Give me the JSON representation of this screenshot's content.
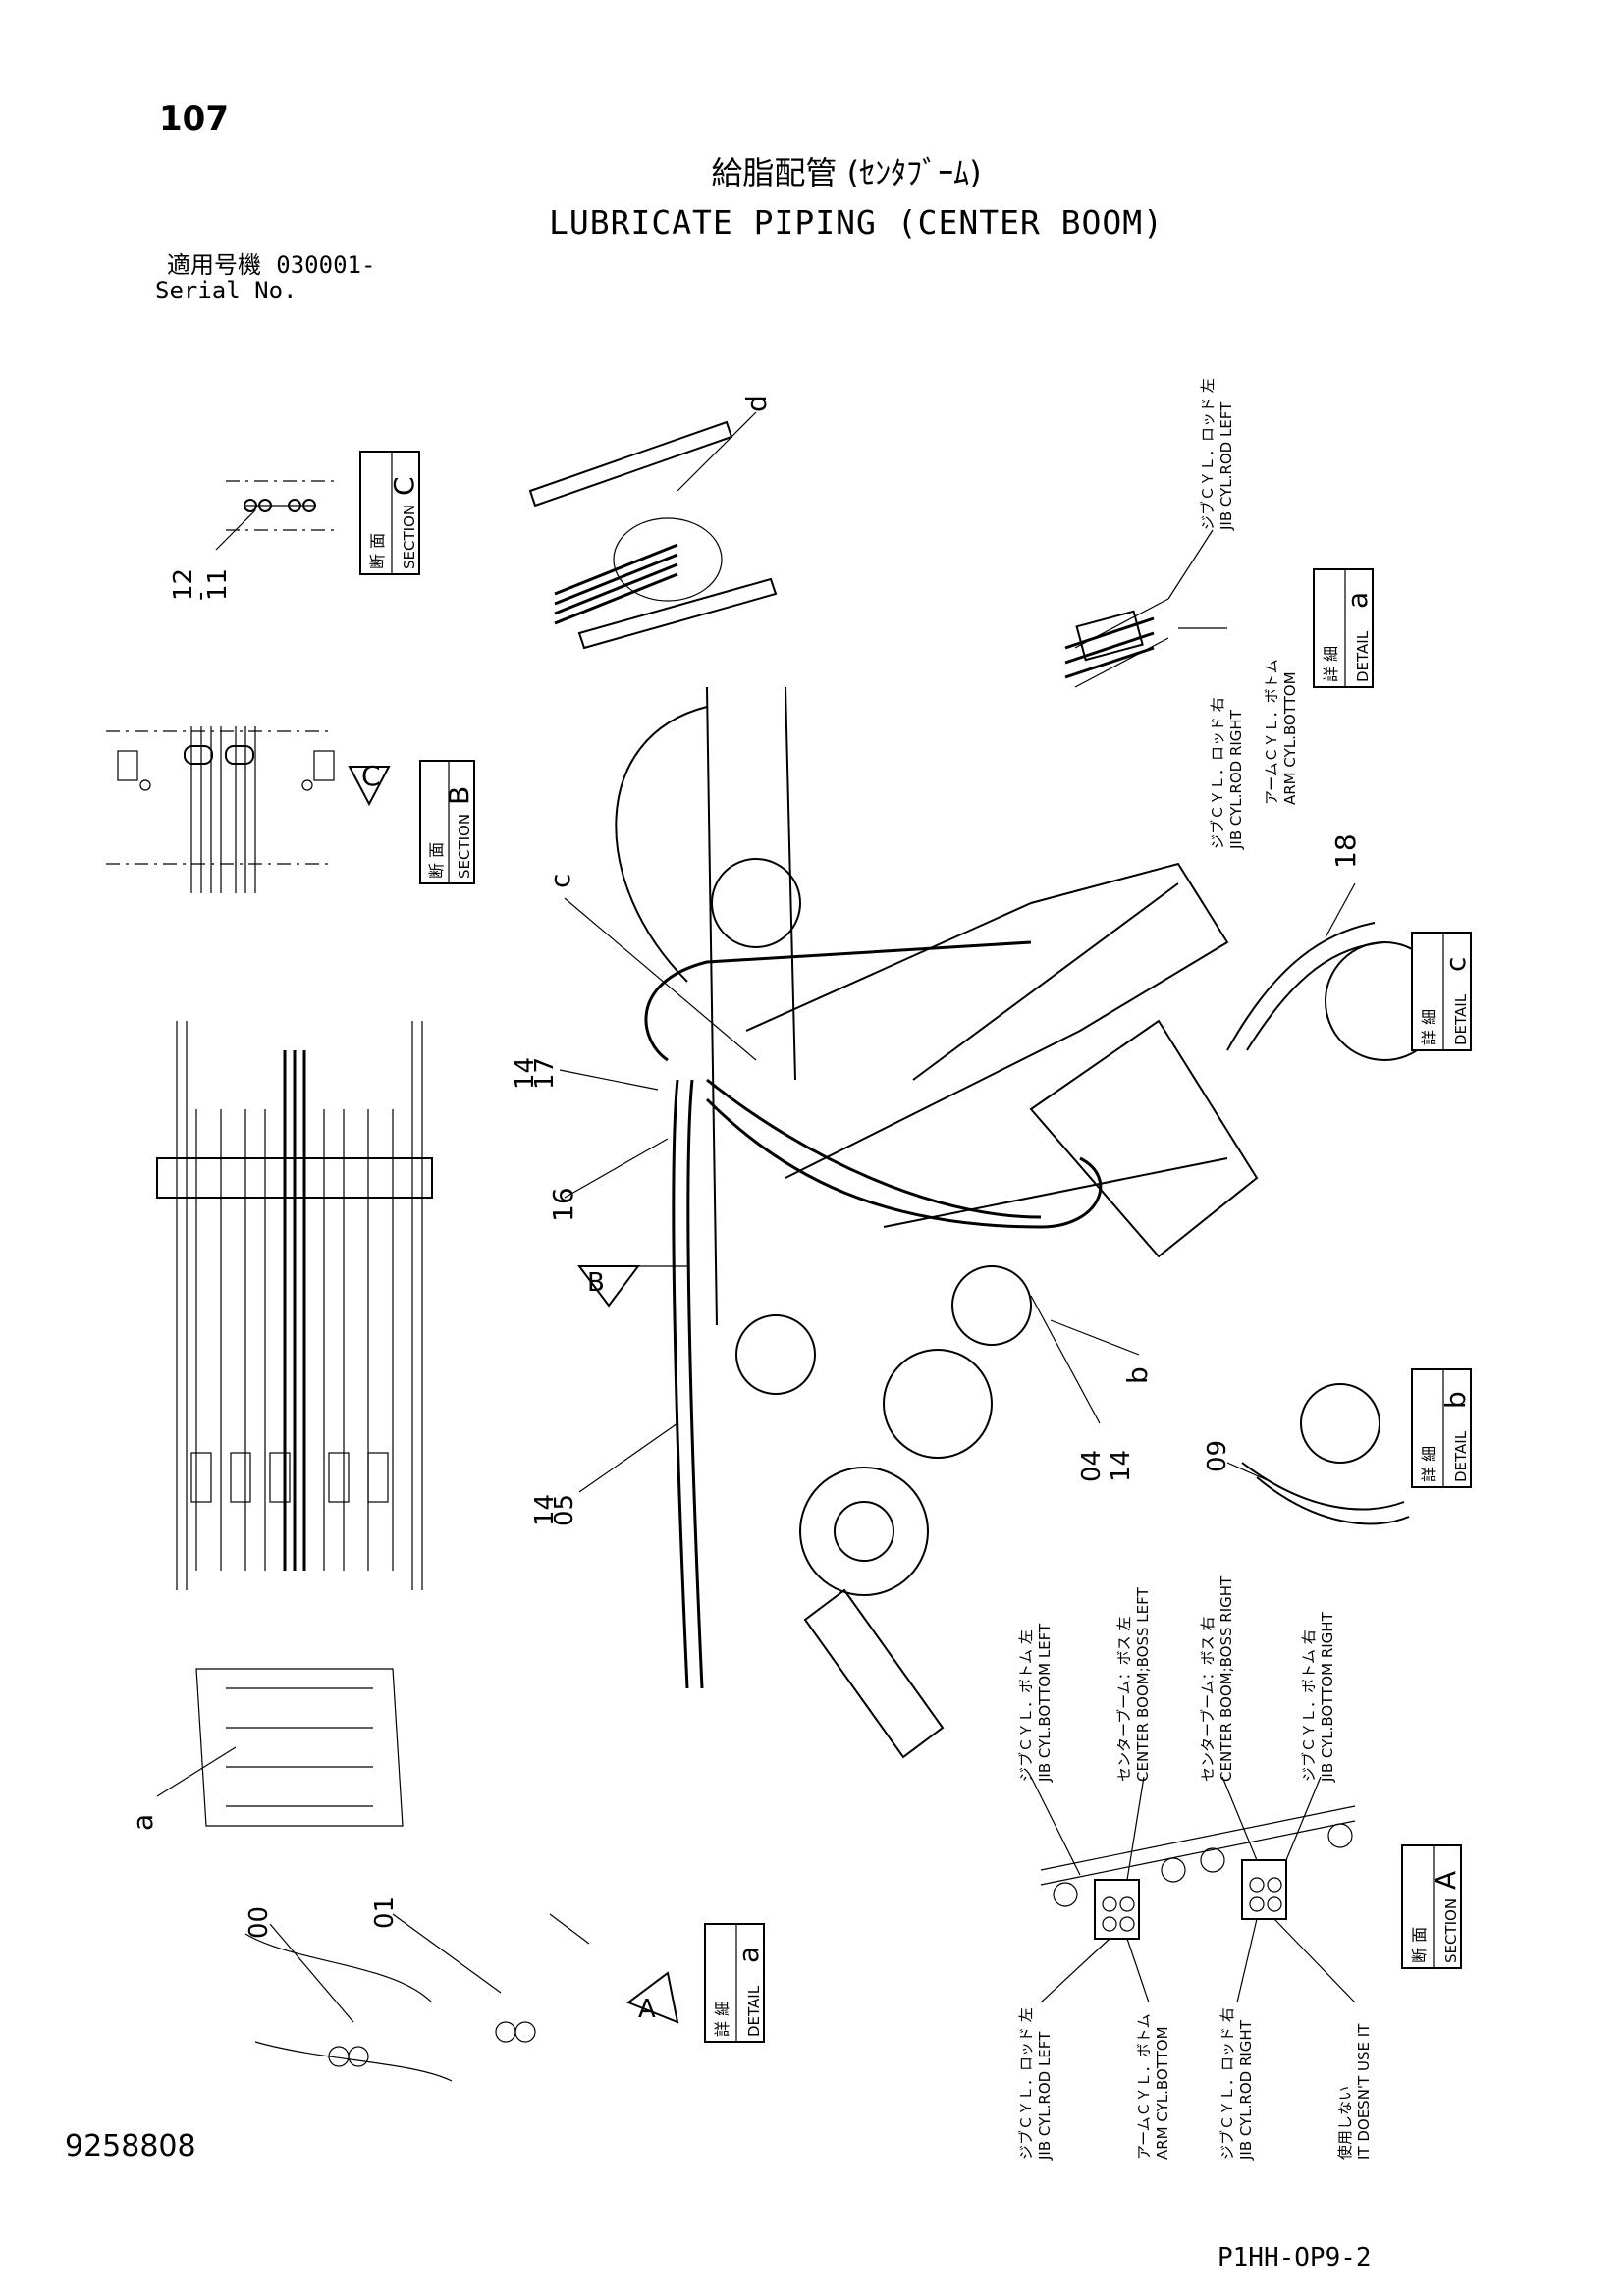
{
  "page_number": "107",
  "title_jp": "給脂配管 (ｾﾝﾀﾌﾞｰﾑ)",
  "title_en": "LUBRICATE PIPING (CENTER BOOM)",
  "serial": {
    "label_jp": "適用号機",
    "value": "030001-",
    "label_en": "Serial No."
  },
  "doc_number": "9258808",
  "drawing_code": "P1HH-OP9-2",
  "boxes": {
    "section_c": {
      "jp": "断 面",
      "en": "SECTION",
      "letter": "C"
    },
    "section_b": {
      "jp": "断 面",
      "en": "SECTION",
      "letter": "B"
    },
    "section_a": {
      "jp": "断 面",
      "en": "SECTION",
      "letter": "A"
    },
    "detail_a_top": {
      "jp": "詳 細",
      "en": "DETAIL",
      "letter": "a"
    },
    "detail_c": {
      "jp": "詳 細",
      "en": "DETAIL",
      "letter": "c"
    },
    "detail_b": {
      "jp": "詳 細",
      "en": "DETAIL",
      "letter": "b"
    },
    "detail_a_bottom": {
      "jp": "詳 細",
      "en": "DETAIL",
      "letter": "a"
    }
  },
  "view_arrows": {
    "b": "B",
    "c": "C",
    "a": "A"
  },
  "callouts": {
    "c12_11": "12\n11",
    "d": "d",
    "c": "c",
    "c14_17": "14\n17",
    "c16": "16",
    "c18": "18",
    "b": "b",
    "c04_14": "04\n14",
    "c14_05": "14\n05",
    "c09": "09",
    "a": "a",
    "c00": "00",
    "c01": "01"
  },
  "port_labels_top": {
    "jib_rod_left": {
      "jp": "ジブＣＹＬ．ロッド 左",
      "en": "JIB CYL.ROD LEFT"
    },
    "jib_rod_right": {
      "jp": "ジブＣＹＬ．ロッド 右",
      "en": "JIB CYL.ROD RIGHT"
    },
    "arm_bottom": {
      "jp": "アームＣＹＬ．ボトム",
      "en": "ARM CYL.BOTTOM"
    }
  },
  "port_labels_section_a_top": {
    "jib_bottom_left": {
      "jp": "ジブＣＹＬ．ボトム 左",
      "en": "JIB CYL.BOTTOM LEFT"
    },
    "center_boss_left": {
      "jp": "センターブーム：ボス 左",
      "en": "CENTER BOOM;BOSS LEFT"
    },
    "center_boss_right": {
      "jp": "センターブーム：ボス 右",
      "en": "CENTER BOOM;BOSS RIGHT"
    },
    "jib_bottom_right": {
      "jp": "ジブＣＹＬ．ボトム 右",
      "en": "JIB CYL.BOTTOM RIGHT"
    }
  },
  "port_labels_section_a_bottom": {
    "jib_rod_left": {
      "jp": "ジブＣＹＬ．ロッド 左",
      "en": "JIB CYL.ROD LEFT"
    },
    "arm_bottom": {
      "jp": "アームＣＹＬ．ボトム",
      "en": "ARM CYL.BOTTOM"
    },
    "jib_rod_right": {
      "jp": "ジブＣＹＬ．ロッド 右",
      "en": "JIB CYL.ROD RIGHT"
    },
    "not_used": {
      "jp": "使用しない",
      "en": "IT DOESN'T USE IT"
    }
  }
}
